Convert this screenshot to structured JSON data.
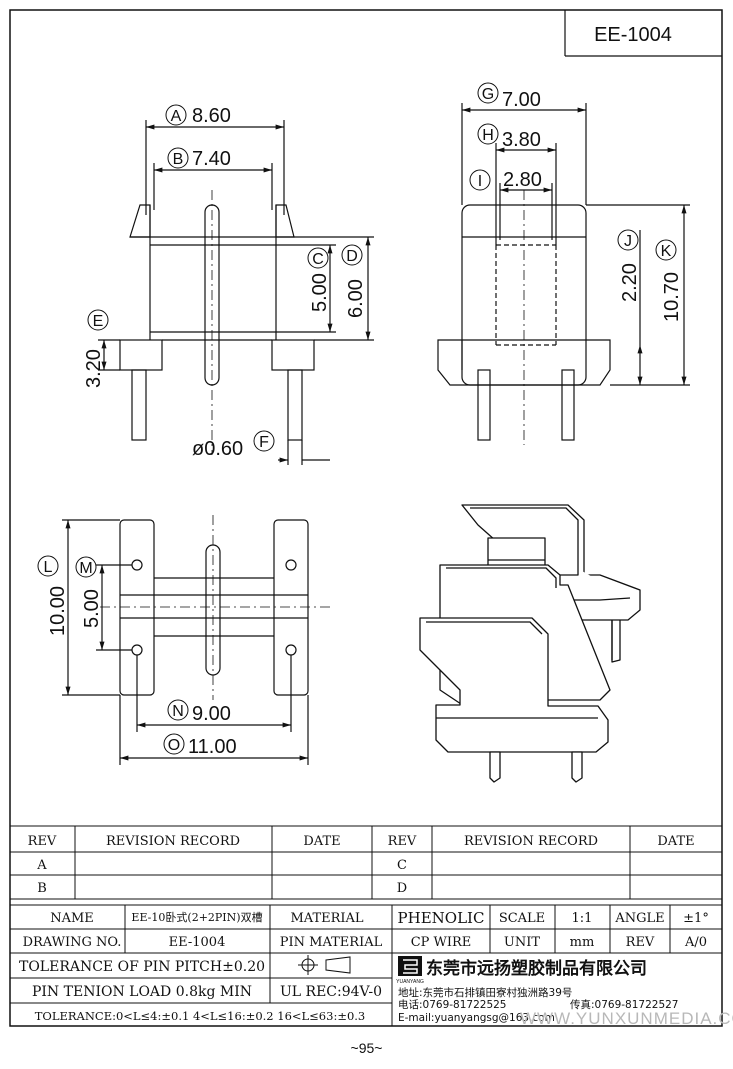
{
  "drawing_code": "EE-1004",
  "page_number": "~95~",
  "watermark": "WWW.YUNXUNMEDIA.COM",
  "dimensions": {
    "front": {
      "A": "8.60",
      "B": "7.40",
      "C": "5.00",
      "D": "6.00",
      "E": "3.20",
      "F": "ø0.60"
    },
    "side": {
      "G": "7.00",
      "H": "3.80",
      "I": "2.80",
      "J": "2.20",
      "K": "10.70"
    },
    "bottom": {
      "L": "10.00",
      "M": "5.00",
      "N": "9.00",
      "O": "11.00"
    }
  },
  "dimension_keys": [
    "A",
    "B",
    "C",
    "D",
    "E",
    "F",
    "G",
    "H",
    "I",
    "J",
    "K",
    "L",
    "M",
    "N",
    "O"
  ],
  "revision_table": {
    "headers": [
      "REV",
      "REVISION RECORD",
      "DATE",
      "REV",
      "REVISION RECORD",
      "DATE"
    ],
    "rows": [
      [
        "A",
        "",
        "",
        "C",
        "",
        ""
      ],
      [
        "B",
        "",
        "",
        "D",
        "",
        ""
      ]
    ]
  },
  "title_block": {
    "name_label": "NAME",
    "name_value": "EE-10卧式(2+2PIN)双槽",
    "material_label": "MATERIAL",
    "material_value": "PHENOLIC",
    "scale_label": "SCALE",
    "scale_value": "1:1",
    "angle_label": "ANGLE",
    "angle_value": "±1°",
    "drawing_no_label": "DRAWING NO.",
    "drawing_no_value": "EE-1004",
    "pin_material_label": "PIN MATERIAL",
    "pin_material_value": "CP WIRE",
    "unit_label": "UNIT",
    "unit_value": "mm",
    "rev_label": "REV",
    "rev_value": "A/0",
    "tolerance_pitch": "TOLERANCE OF PIN PITCH±0.20",
    "pin_tension": "PIN TENION LOAD 0.8kg MIN",
    "ul_rec": "UL REC:94V-0",
    "tolerance_line": "TOLERANCE:0<L≤4:±0.1  4<L≤16:±0.2   16<L≤63:±0.3"
  },
  "company": {
    "logo_text": "YUANYANG",
    "name": "东莞市远扬塑胶制品有限公司",
    "address": "地址:东莞市石排镇田寮村独洲路39号",
    "phone": "电话:0769-81722525",
    "fax": "传真:0769-81722527",
    "email": "E-mail:yuanyangsg@163.com"
  },
  "colors": {
    "line": "#111111",
    "background": "#ffffff",
    "watermark": "#b8b8b8"
  }
}
